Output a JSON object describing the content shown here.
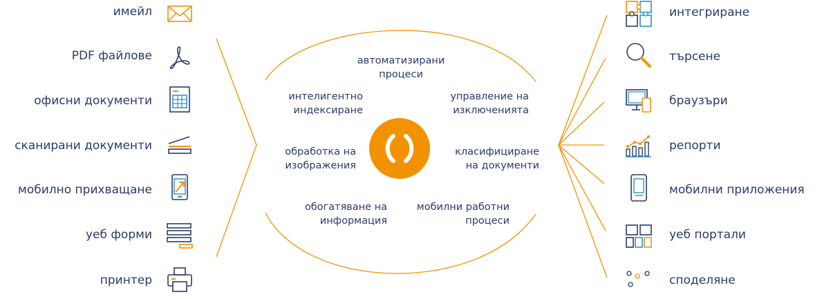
{
  "inputs": [
    {
      "label": "имейл",
      "icon": "envelope-icon"
    },
    {
      "label": "PDF файлове",
      "icon": "pdf-icon"
    },
    {
      "label": "офисни документи",
      "icon": "spreadsheet-document-icon"
    },
    {
      "label": "сканирани документи",
      "icon": "scanner-icon"
    },
    {
      "label": "мобилно прихващане",
      "icon": "mobile-capture-icon"
    },
    {
      "label": "уеб форми",
      "icon": "web-form-icon"
    },
    {
      "label": "принтер",
      "icon": "printer-icon"
    }
  ],
  "outputs": [
    {
      "label": "интегриране",
      "icon": "puzzle-icon"
    },
    {
      "label": "търсене",
      "icon": "magnifier-icon"
    },
    {
      "label": "браузъри",
      "icon": "desktop-devices-icon"
    },
    {
      "label": "репорти",
      "icon": "bar-chart-icon"
    },
    {
      "label": "мобилни приложения",
      "icon": "smartphone-icon"
    },
    {
      "label": "уеб портали",
      "icon": "web-portal-icon"
    },
    {
      "label": "споделяне",
      "icon": "share-nodes-icon"
    }
  ],
  "processes": {
    "automated": [
      "автоматизирани",
      "процеси"
    ],
    "indexing": [
      "интелигентно",
      "индексиране"
    ],
    "exceptions": [
      "управление на",
      "изключенията"
    ],
    "imaging": [
      "обработка на",
      "изображения"
    ],
    "classification": [
      "класифициране",
      "на документи"
    ],
    "enrichment": [
      "обогатяване на",
      "информация"
    ],
    "mobile_workflows": [
      "мобилни работни",
      "процеси"
    ]
  },
  "colors": {
    "accent": "#f39200",
    "text": "#2b3a6b",
    "icon_stroke": "#2b3a6b",
    "icon_accent": "#f39200",
    "icon_blue": "#2a8fd6"
  }
}
